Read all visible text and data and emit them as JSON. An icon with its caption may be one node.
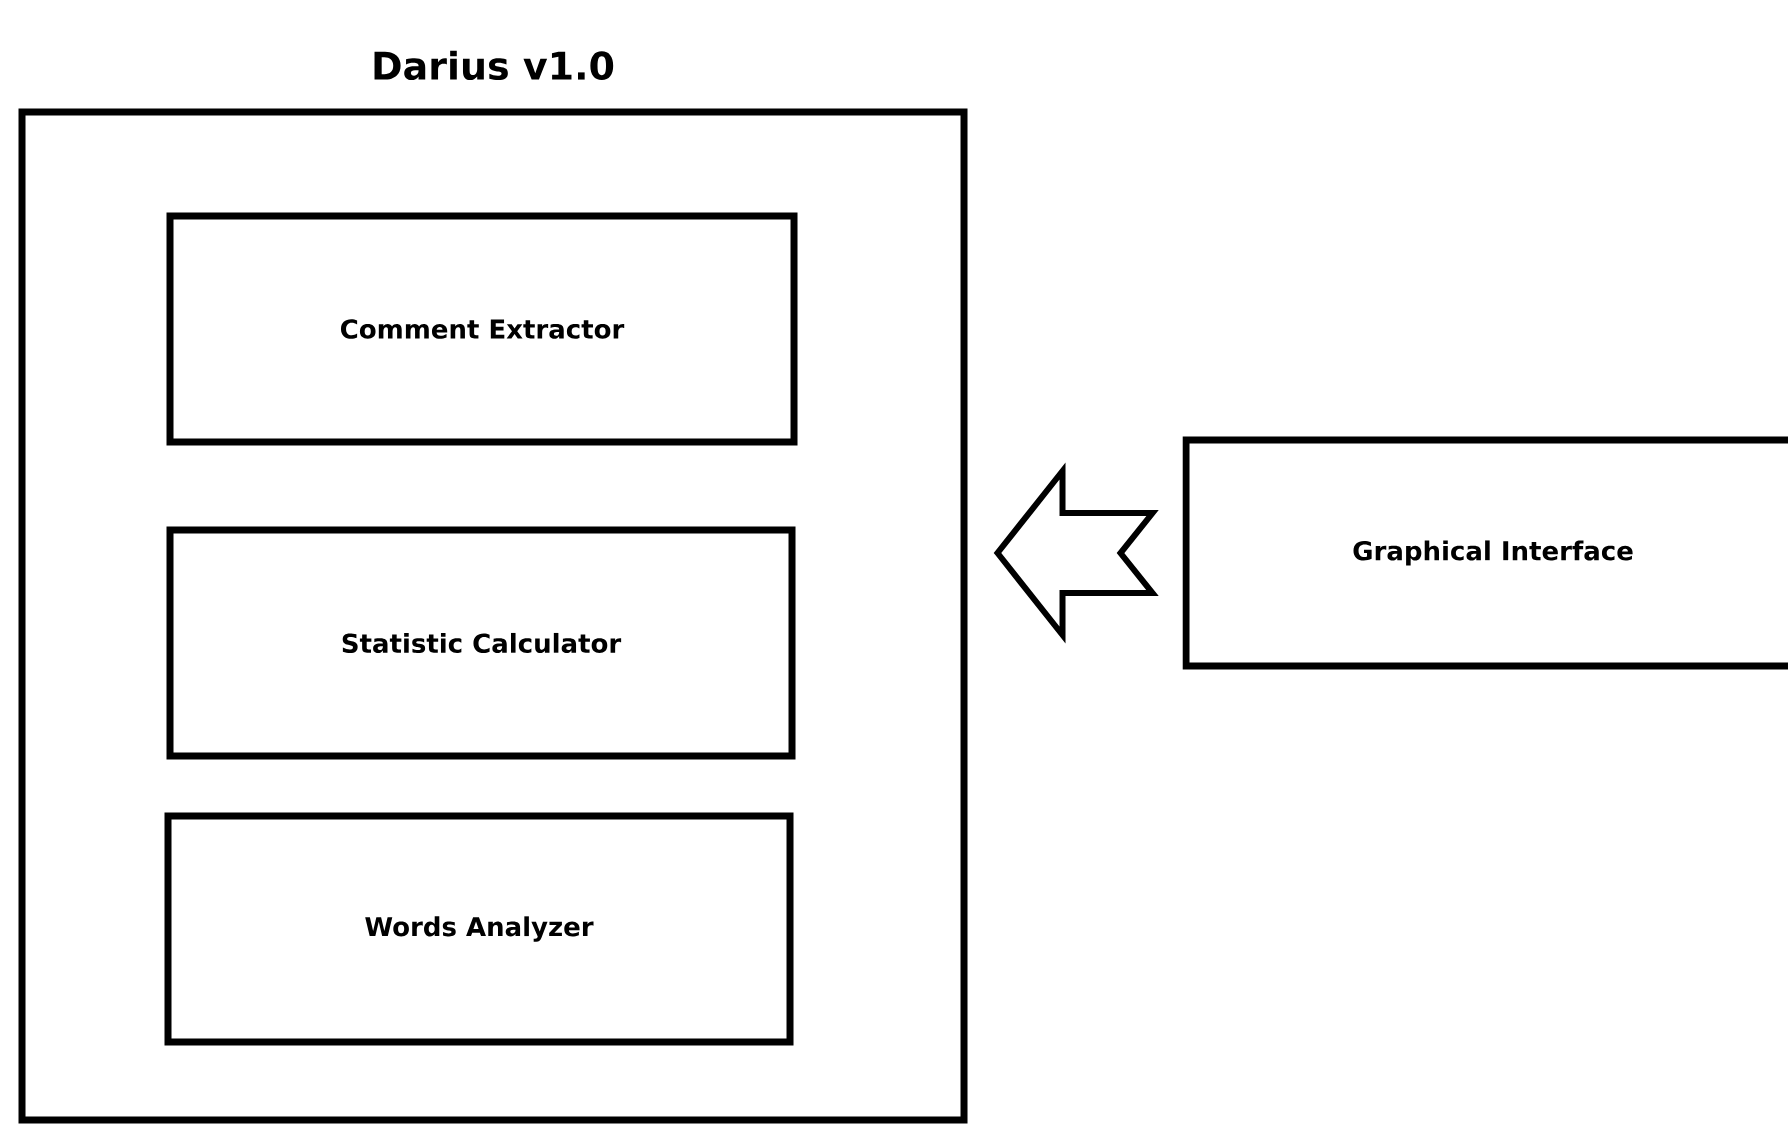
{
  "diagram": {
    "nodes": [
      {
        "text": [
          "Darius v1.0"
        ]
      },
      {
        "text": [
          "Comment Extractor"
        ],
        "in": 0
      },
      {
        "text": [
          "Statistic Calculator"
        ],
        "in": 0
      },
      {
        "text": [
          "Words Analyzer"
        ],
        "in": 0
      },
      {
        "text": [
          "Graphical Interface"
        ]
      }
    ],
    "edges": [
      {
        "from": 4,
        "to": 0,
        "arrow": "to"
      }
    ]
  }
}
